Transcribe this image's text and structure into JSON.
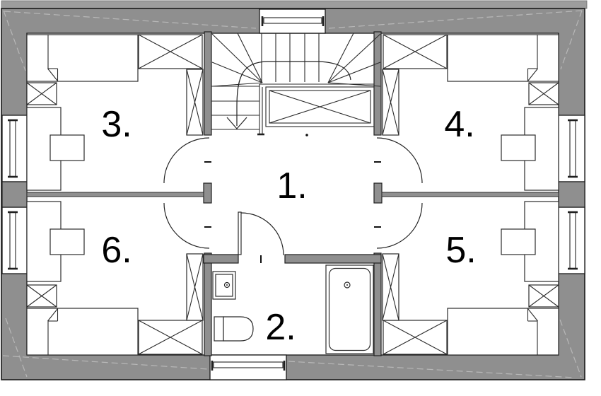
{
  "plan": {
    "type": "floor-plan",
    "storey": "attic",
    "rooms": [
      {
        "label": "1.",
        "name": "hall-landing"
      },
      {
        "label": "2.",
        "name": "bathroom"
      },
      {
        "label": "3.",
        "name": "bedroom-top-left"
      },
      {
        "label": "4.",
        "name": "bedroom-top-right"
      },
      {
        "label": "5.",
        "name": "bedroom-bottom-right"
      },
      {
        "label": "6.",
        "name": "bedroom-bottom-left"
      }
    ],
    "features": [
      "winder-staircase",
      "stair-void-opening",
      "five-door-swings",
      "six-windows",
      "beds",
      "wardrobes",
      "desks",
      "sink",
      "toilet",
      "bathtub"
    ],
    "stair_direction": "down",
    "colors": {
      "roof_band": "#8f8f8f",
      "roof_edge_strip": "#9d9d9d",
      "line": "#1a1a1a",
      "roof_dash": "#b8b8b8",
      "floor": "#ffffff"
    }
  }
}
